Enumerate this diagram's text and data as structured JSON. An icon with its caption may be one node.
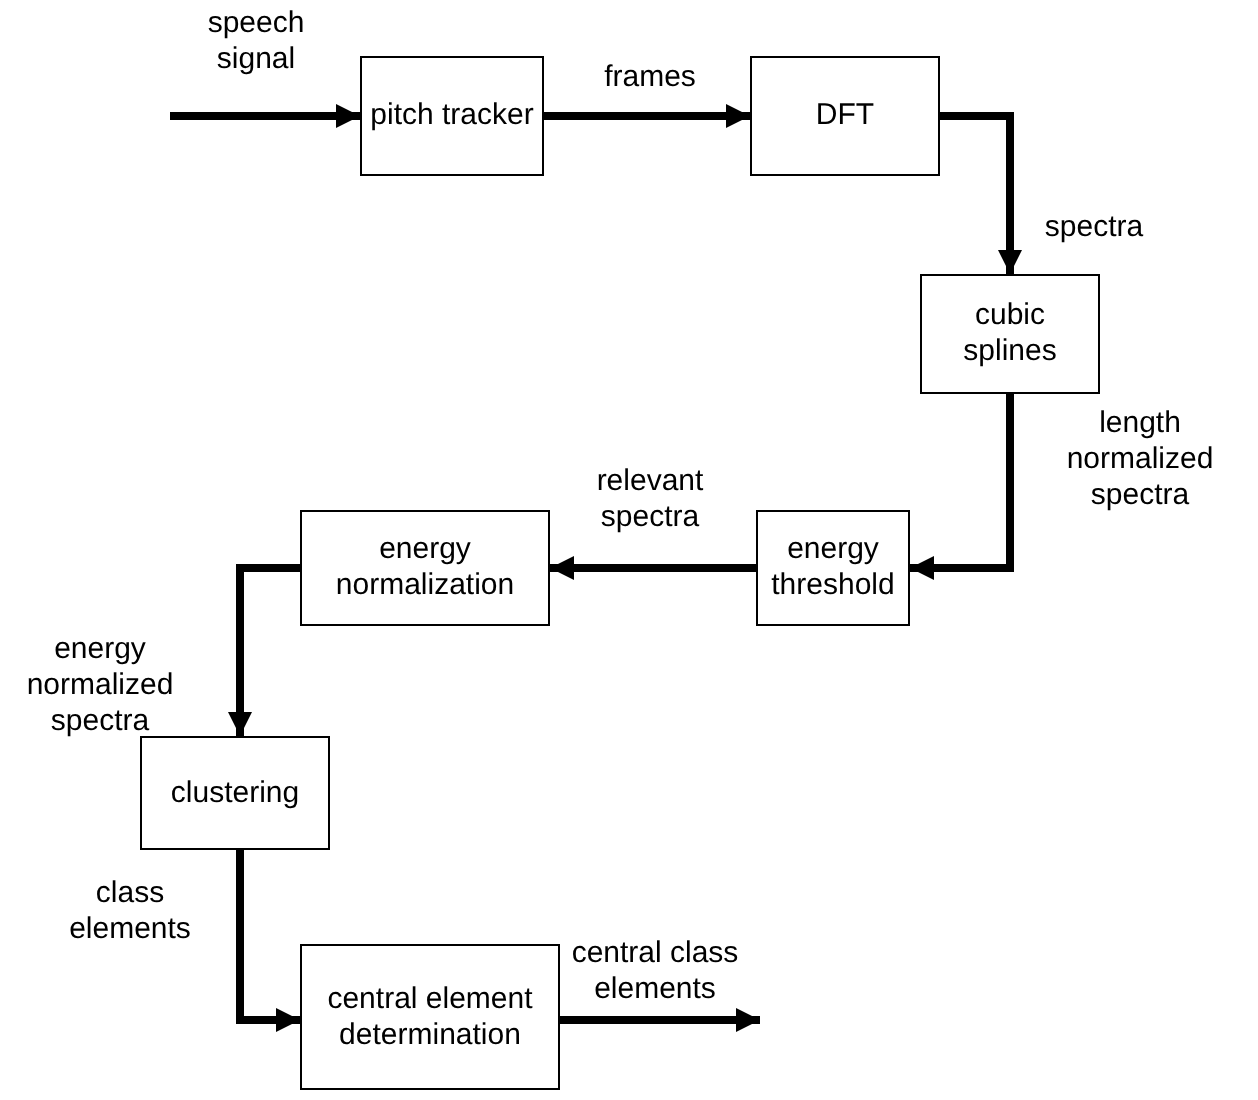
{
  "diagram": {
    "nodes": [
      {
        "text": [
          "pitch tracker"
        ]
      },
      {
        "text": [
          "DFT"
        ]
      },
      {
        "text": [
          "cubic splines"
        ]
      },
      {
        "text": [
          "energy threshold"
        ]
      },
      {
        "text": [
          "energy normalization"
        ]
      },
      {
        "text": [
          "clustering"
        ]
      },
      {
        "text": [
          "central element determination"
        ]
      }
    ],
    "edges": [
      {
        "from": null,
        "to": 0,
        "arrow": "to",
        "label": "speech signal"
      },
      {
        "from": 0,
        "to": 1,
        "arrow": "to",
        "label": "frames"
      },
      {
        "from": 1,
        "to": 2,
        "arrow": "to",
        "label": "spectra"
      },
      {
        "from": 2,
        "to": 3,
        "arrow": "to",
        "label": "length normalized spectra"
      },
      {
        "from": 3,
        "to": 4,
        "arrow": "to",
        "label": "relevant spectra"
      },
      {
        "from": 4,
        "to": 5,
        "arrow": "to",
        "label": "energy normalized spectra"
      },
      {
        "from": 5,
        "to": 6,
        "arrow": "to",
        "label": "class elements"
      },
      {
        "from": 6,
        "to": null,
        "arrow": "to",
        "label": "central class elements"
      }
    ]
  }
}
